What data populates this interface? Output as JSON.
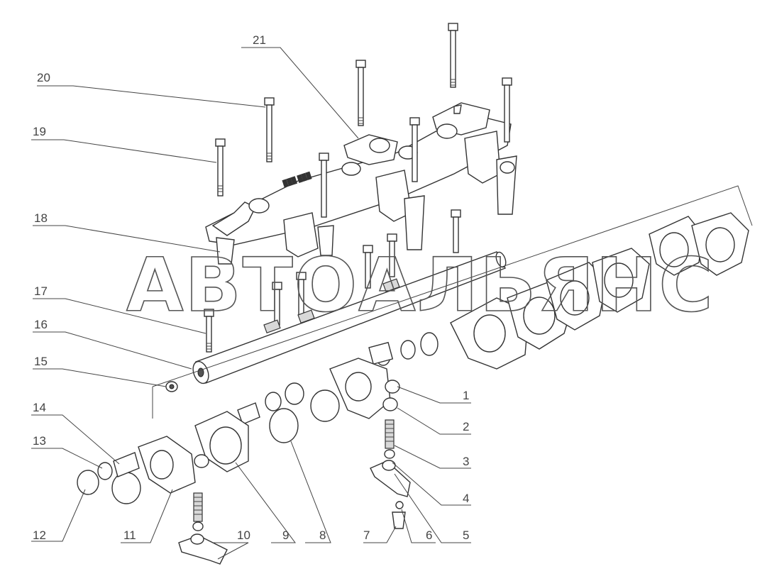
{
  "watermark": "АВТОАЛЬЯНС",
  "callouts": [
    {
      "id": "1",
      "text": "1"
    },
    {
      "id": "2",
      "text": "2"
    },
    {
      "id": "3",
      "text": "3"
    },
    {
      "id": "4",
      "text": "4"
    },
    {
      "id": "5",
      "text": "5"
    },
    {
      "id": "6",
      "text": "6"
    },
    {
      "id": "7",
      "text": "7"
    },
    {
      "id": "8",
      "text": "8"
    },
    {
      "id": "9",
      "text": "9"
    },
    {
      "id": "10",
      "text": "10"
    },
    {
      "id": "11",
      "text": "11"
    },
    {
      "id": "12",
      "text": "12"
    },
    {
      "id": "13",
      "text": "13"
    },
    {
      "id": "14",
      "text": "14"
    },
    {
      "id": "15",
      "text": "15"
    },
    {
      "id": "16",
      "text": "16"
    },
    {
      "id": "17",
      "text": "17"
    },
    {
      "id": "18",
      "text": "18"
    },
    {
      "id": "19",
      "text": "19"
    },
    {
      "id": "20",
      "text": "20"
    },
    {
      "id": "21",
      "text": "21"
    }
  ]
}
